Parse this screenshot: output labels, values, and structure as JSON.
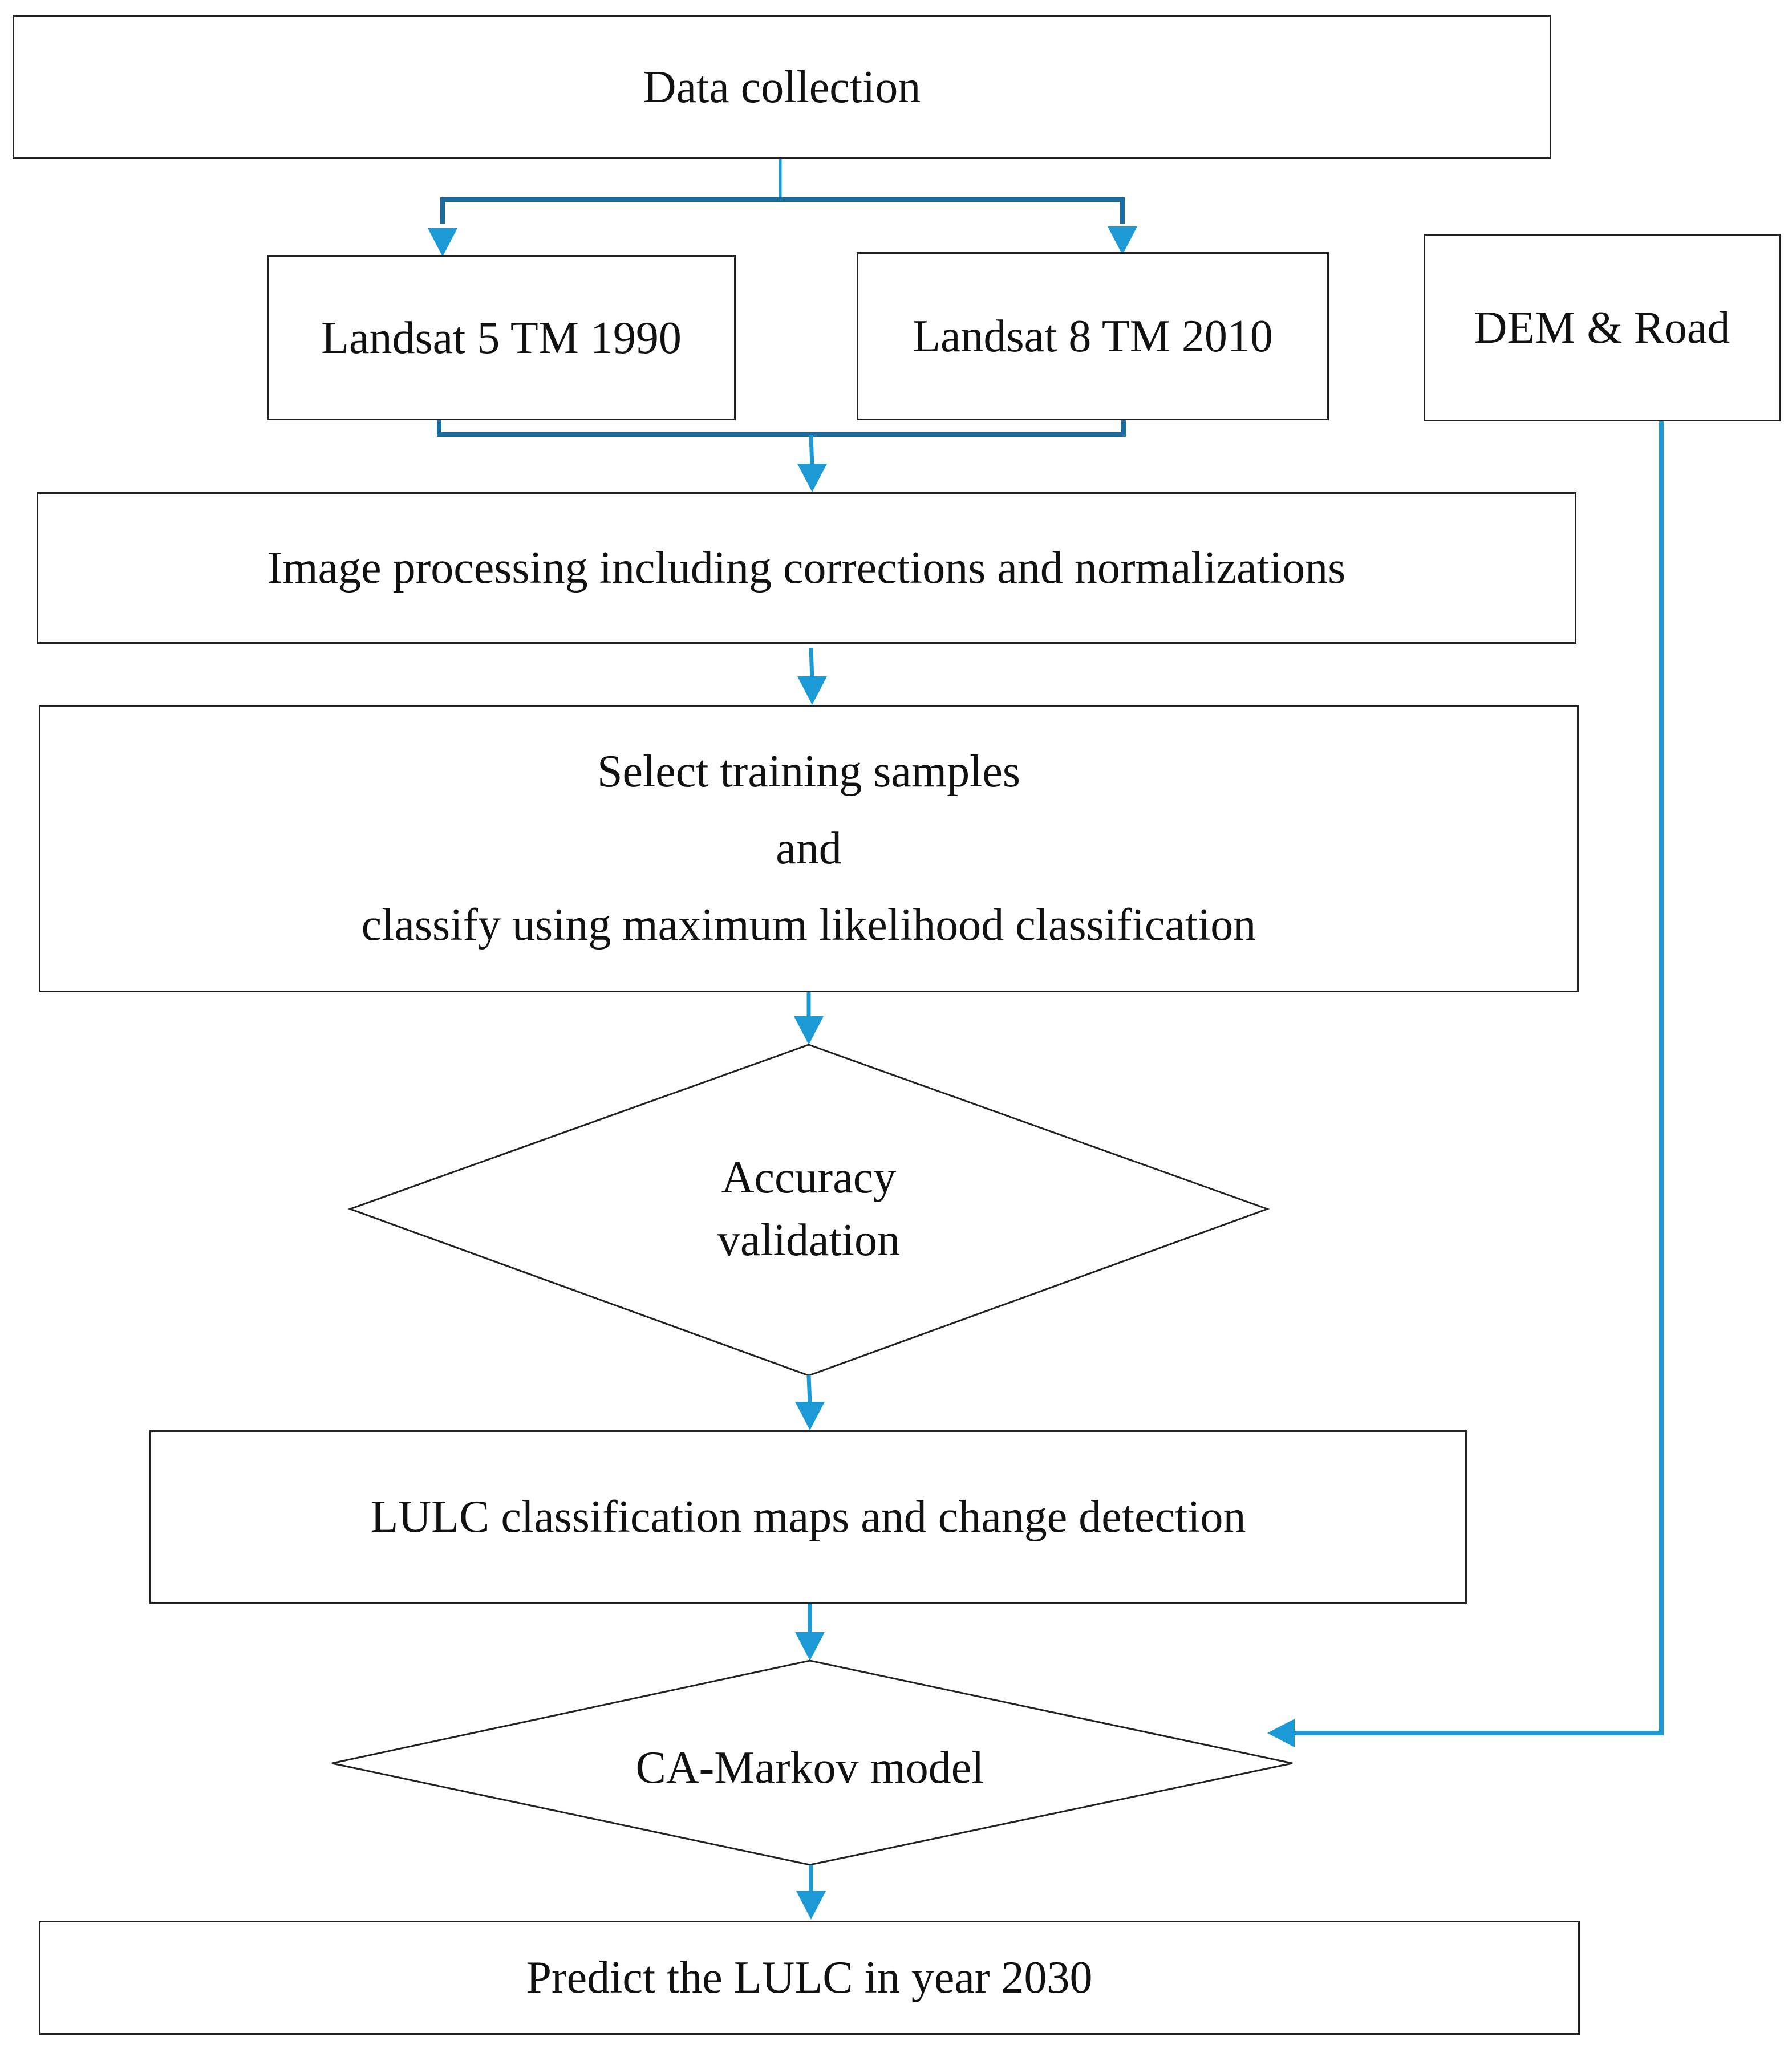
{
  "flowchart": {
    "data_collection": "Data collection",
    "landsat_1990": "Landsat 5 TM 1990",
    "landsat_2010": "Landsat 8 TM 2010",
    "dem_road": "DEM & Road",
    "image_processing": "Image processing including corrections and normalizations",
    "training": [
      "Select training samples",
      "and",
      "classify using maximum likelihood classification"
    ],
    "accuracy": [
      "Accuracy",
      "validation"
    ],
    "lulc_maps": "LULC classification maps and change detection",
    "ca_markov": "CA-Markov model",
    "predict": "Predict the LULC in year 2030"
  },
  "colors": {
    "arrow": "#1b9ad6",
    "connector": "#1a6d9e",
    "border": "#222222"
  }
}
